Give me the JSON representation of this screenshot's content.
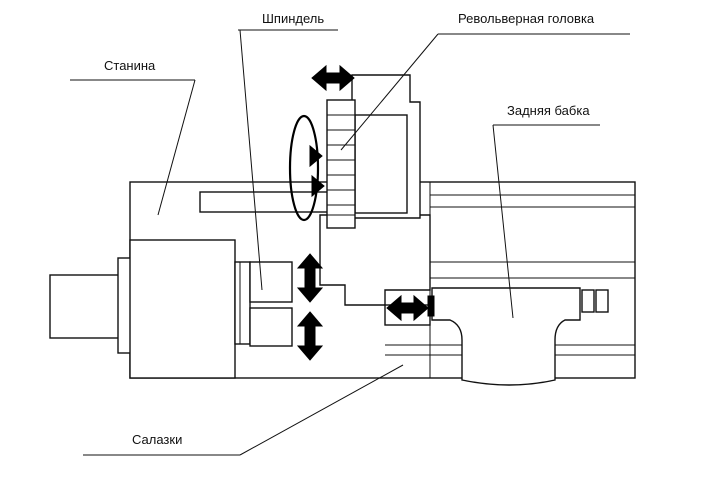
{
  "labels": {
    "spindle": "Шпиндель",
    "turret": "Револьверная головка",
    "bed": "Станина",
    "tailstock": "Задняя бабка",
    "carriage": "Салазки"
  },
  "colors": {
    "line": "#111111",
    "background": "#ffffff",
    "arrow": "#000000"
  }
}
